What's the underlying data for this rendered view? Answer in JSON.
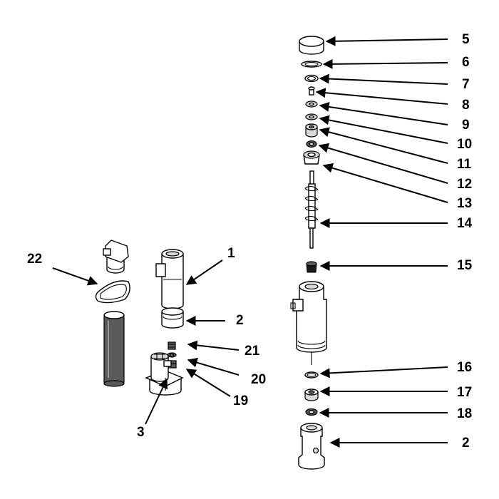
{
  "diagram": {
    "type": "exploded-parts-view",
    "callouts": {
      "c1": "1",
      "c2a": "2",
      "c2b": "2",
      "c3": "3",
      "c5": "5",
      "c6": "6",
      "c7": "7",
      "c8": "8",
      "c9": "9",
      "c10": "10",
      "c11": "11",
      "c12": "12",
      "c13": "13",
      "c14": "14",
      "c15": "15",
      "c16": "16",
      "c17": "17",
      "c18": "18",
      "c19": "19",
      "c20": "20",
      "c21": "21",
      "c22": "22"
    }
  }
}
